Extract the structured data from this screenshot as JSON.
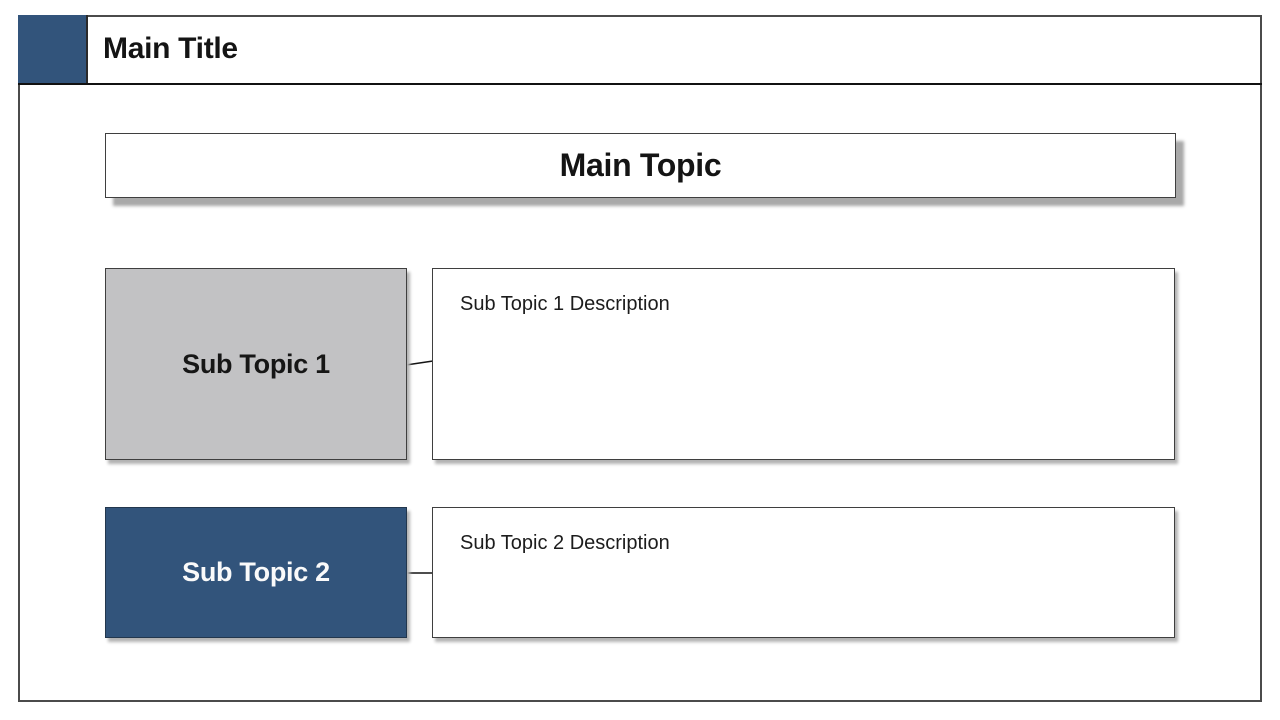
{
  "header": {
    "title": "Main Title"
  },
  "main_topic": {
    "label": "Main Topic"
  },
  "rows": [
    {
      "topic": "Sub Topic 1",
      "description": "Sub Topic 1 Description"
    },
    {
      "topic": "Sub Topic 2",
      "description": "Sub Topic 2 Description"
    }
  ],
  "theme": {
    "accent_blue": "#32547b",
    "topic_gray": "#c2c2c4",
    "box_border": "#3f3f3f",
    "divider_line": "#111111",
    "big_shadow": "#a9a9a9",
    "small_shadow": "#b3b3b3",
    "title_text": "#141414",
    "desc_text": "#1c1c1c",
    "light_text": "#fafafa"
  }
}
